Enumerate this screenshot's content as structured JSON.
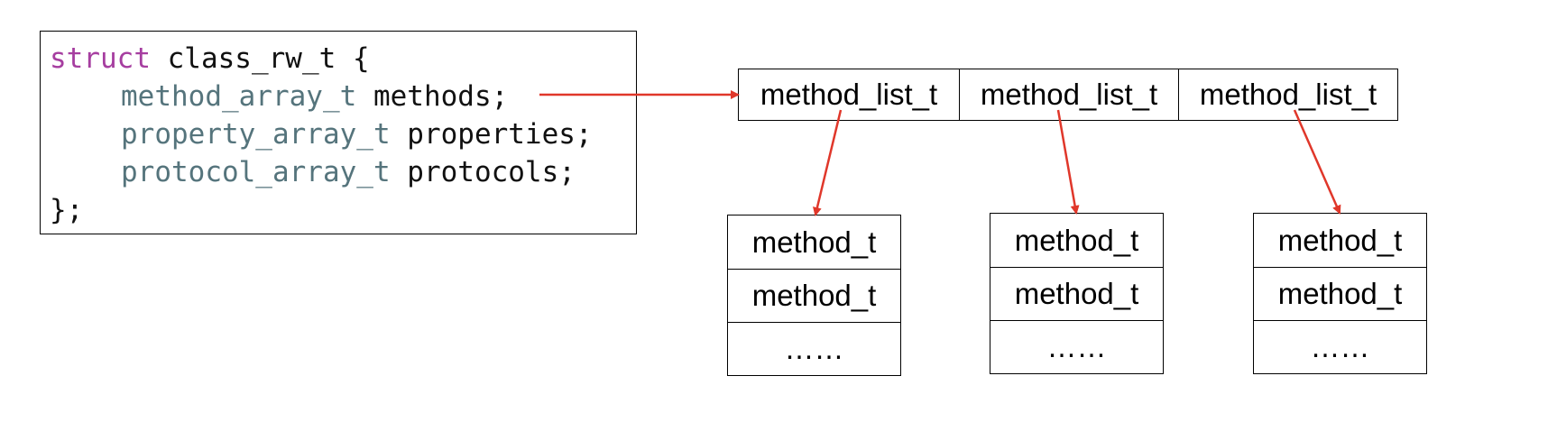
{
  "colors": {
    "keyword": "#a63ea0",
    "type": "#55747c",
    "text": "#111111",
    "arrow": "#e0372a",
    "border": "#000000"
  },
  "code": {
    "line1": {
      "keyword": "struct",
      "rest": " class_rw_t {"
    },
    "line2": {
      "type": "method_array_t",
      "rest": " methods;"
    },
    "line3": {
      "type": "property_array_t",
      "rest": " properties;"
    },
    "line4": {
      "type": "protocol_array_t",
      "rest": " protocols;"
    },
    "line5": {
      "rest": "};"
    }
  },
  "method_lists": [
    {
      "label": "method_list_t"
    },
    {
      "label": "method_list_t"
    },
    {
      "label": "method_list_t"
    }
  ],
  "method_tables": [
    {
      "rows": [
        "method_t",
        "method_t",
        "……"
      ]
    },
    {
      "rows": [
        "method_t",
        "method_t",
        "……"
      ]
    },
    {
      "rows": [
        "method_t",
        "method_t",
        "……"
      ]
    }
  ]
}
